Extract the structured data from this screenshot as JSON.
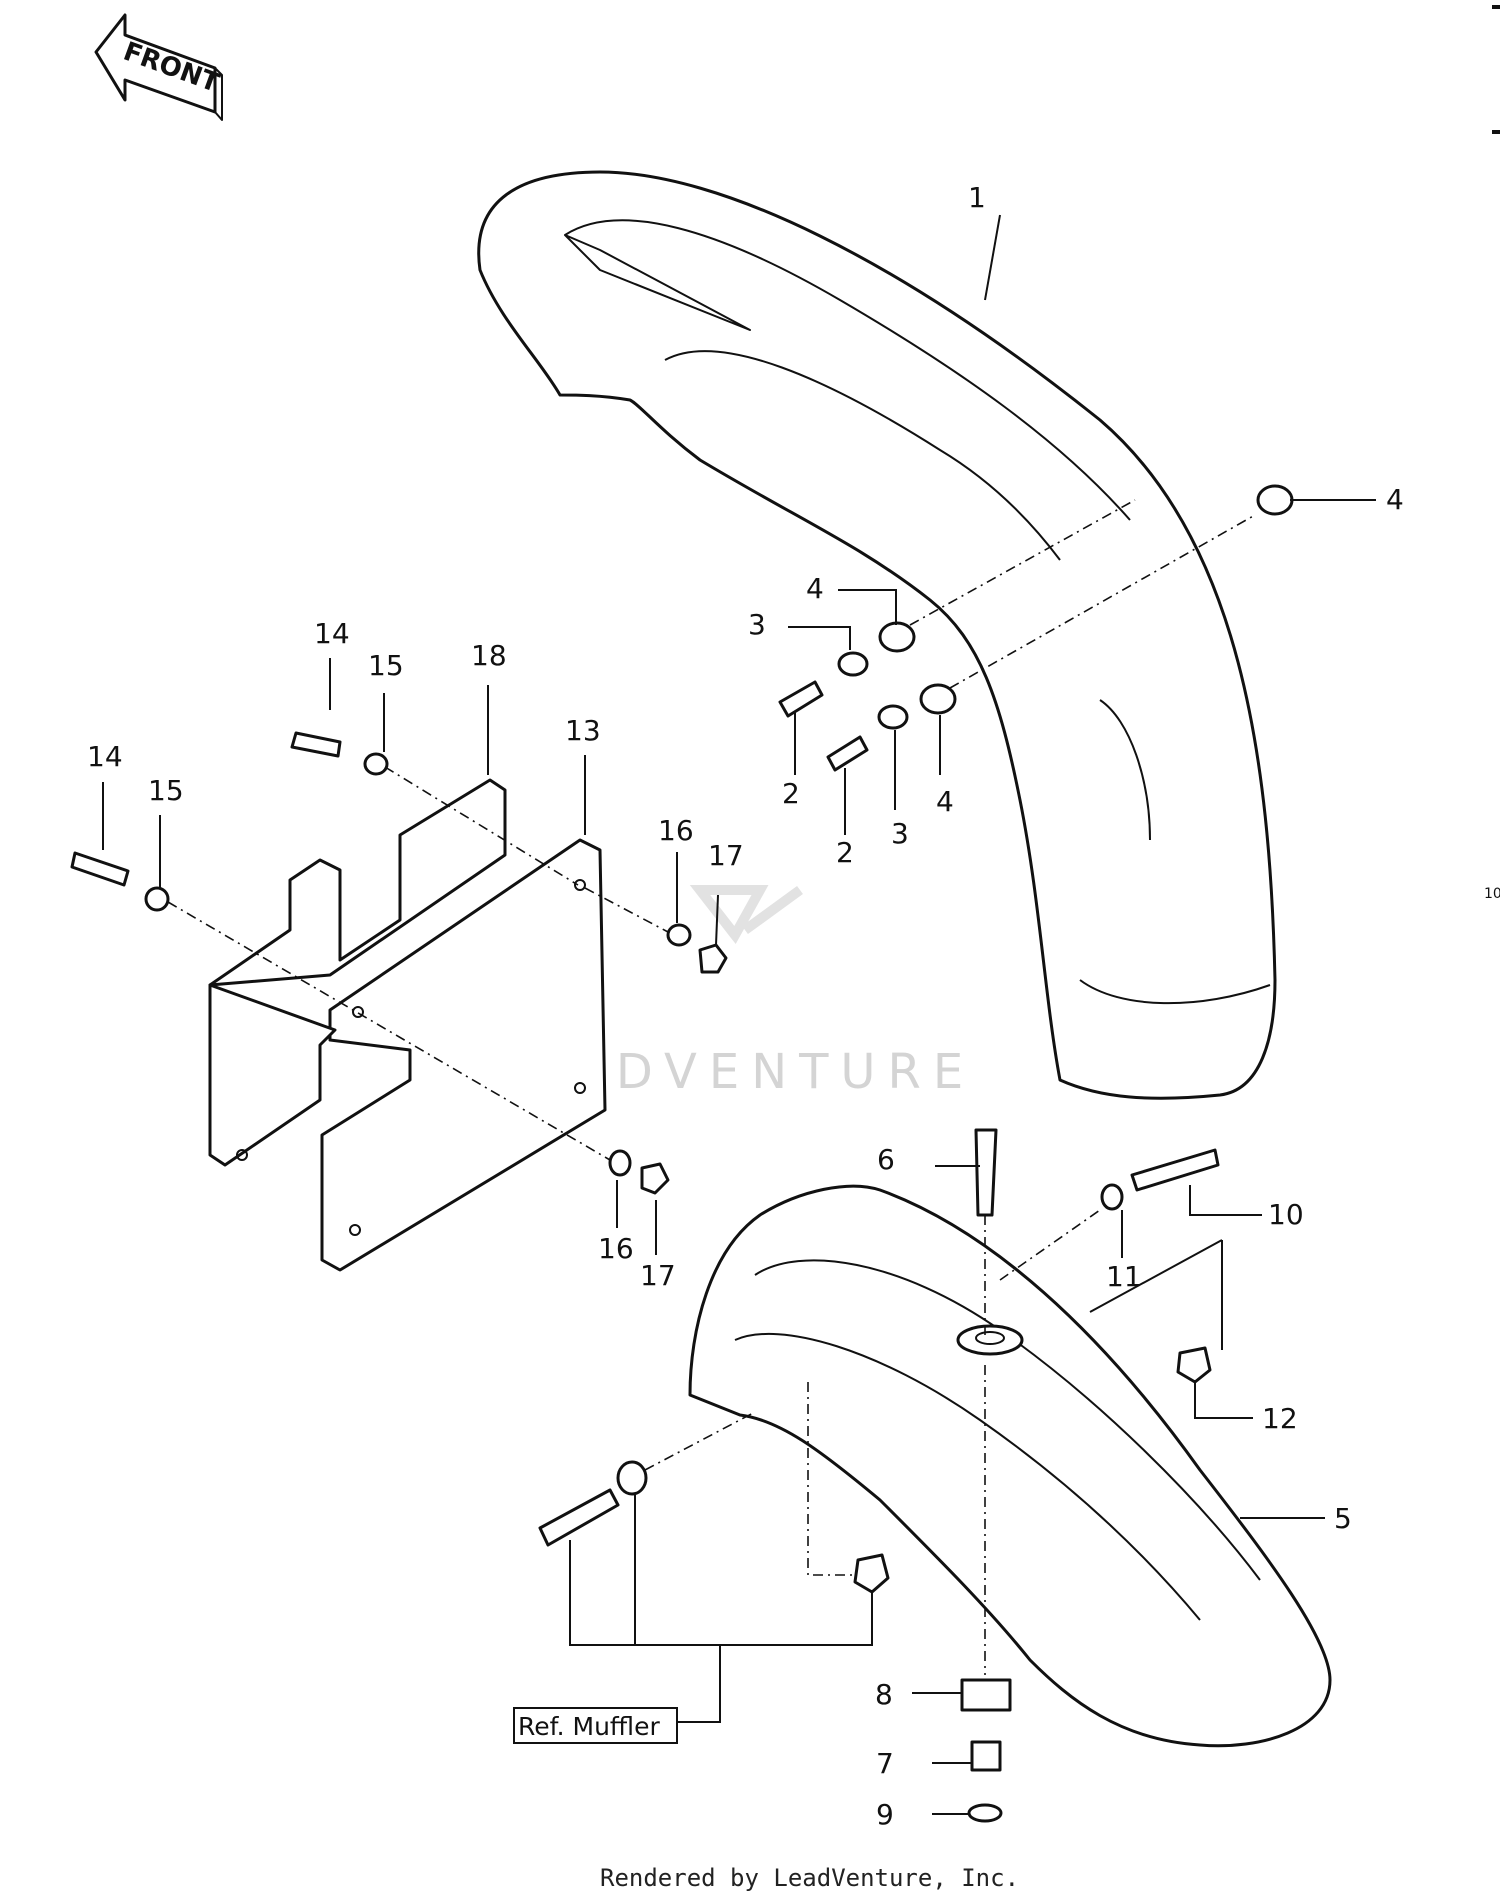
{
  "front_arrow": {
    "text": "FRONT"
  },
  "callouts": [
    {
      "id": "c1",
      "text": "1"
    },
    {
      "id": "c2a",
      "text": "2"
    },
    {
      "id": "c2b",
      "text": "2"
    },
    {
      "id": "c3a",
      "text": "3"
    },
    {
      "id": "c3b",
      "text": "3"
    },
    {
      "id": "c4a",
      "text": "4"
    },
    {
      "id": "c4b",
      "text": "4"
    },
    {
      "id": "c4c",
      "text": "4"
    },
    {
      "id": "c5",
      "text": "5"
    },
    {
      "id": "c6",
      "text": "6"
    },
    {
      "id": "c7",
      "text": "7"
    },
    {
      "id": "c8",
      "text": "8"
    },
    {
      "id": "c9",
      "text": "9"
    },
    {
      "id": "c10",
      "text": "10"
    },
    {
      "id": "c11",
      "text": "11"
    },
    {
      "id": "c12",
      "text": "12"
    },
    {
      "id": "c13",
      "text": "13"
    },
    {
      "id": "c14a",
      "text": "14"
    },
    {
      "id": "c14b",
      "text": "14"
    },
    {
      "id": "c15a",
      "text": "15"
    },
    {
      "id": "c15b",
      "text": "15"
    },
    {
      "id": "c16a",
      "text": "16"
    },
    {
      "id": "c16b",
      "text": "16"
    },
    {
      "id": "c17a",
      "text": "17"
    },
    {
      "id": "c17b",
      "text": "17"
    },
    {
      "id": "c18",
      "text": "18"
    }
  ],
  "ref_box": {
    "text": "Ref. Muffler"
  },
  "watermark": {
    "text": "LEADVENTURE"
  },
  "footer": {
    "text": "Rendered by LeadVenture, Inc."
  },
  "edge_text": {
    "text": "10"
  }
}
